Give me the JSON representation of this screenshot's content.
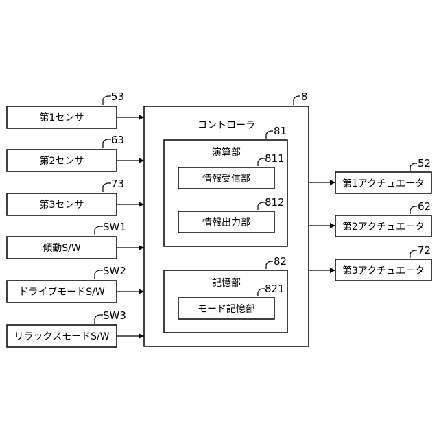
{
  "inputs": [
    {
      "label": "第1センサ",
      "ref": "53"
    },
    {
      "label": "第2センサ",
      "ref": "63"
    },
    {
      "label": "第3センサ",
      "ref": "73"
    },
    {
      "label": "傾動S/W",
      "ref": "SW1"
    },
    {
      "label": "ドライブモードS/W",
      "ref": "SW2"
    },
    {
      "label": "リラックスモードS/W",
      "ref": "SW3"
    }
  ],
  "controller": {
    "label": "コントローラ",
    "ref": "8",
    "compute": {
      "label": "演算部",
      "ref": "81",
      "units": [
        {
          "label": "情報受信部",
          "ref": "811"
        },
        {
          "label": "情報出力部",
          "ref": "812"
        }
      ]
    },
    "memory": {
      "label": "記憶部",
      "ref": "82",
      "units": [
        {
          "label": "モード記憶部",
          "ref": "821"
        }
      ]
    }
  },
  "outputs": [
    {
      "label": "第1アクチュエータ",
      "ref": "52"
    },
    {
      "label": "第2アクチュエータ",
      "ref": "62"
    },
    {
      "label": "第3アクチュエータ",
      "ref": "72"
    }
  ],
  "colors": {
    "line": "#000000",
    "background": "#ffffff"
  }
}
